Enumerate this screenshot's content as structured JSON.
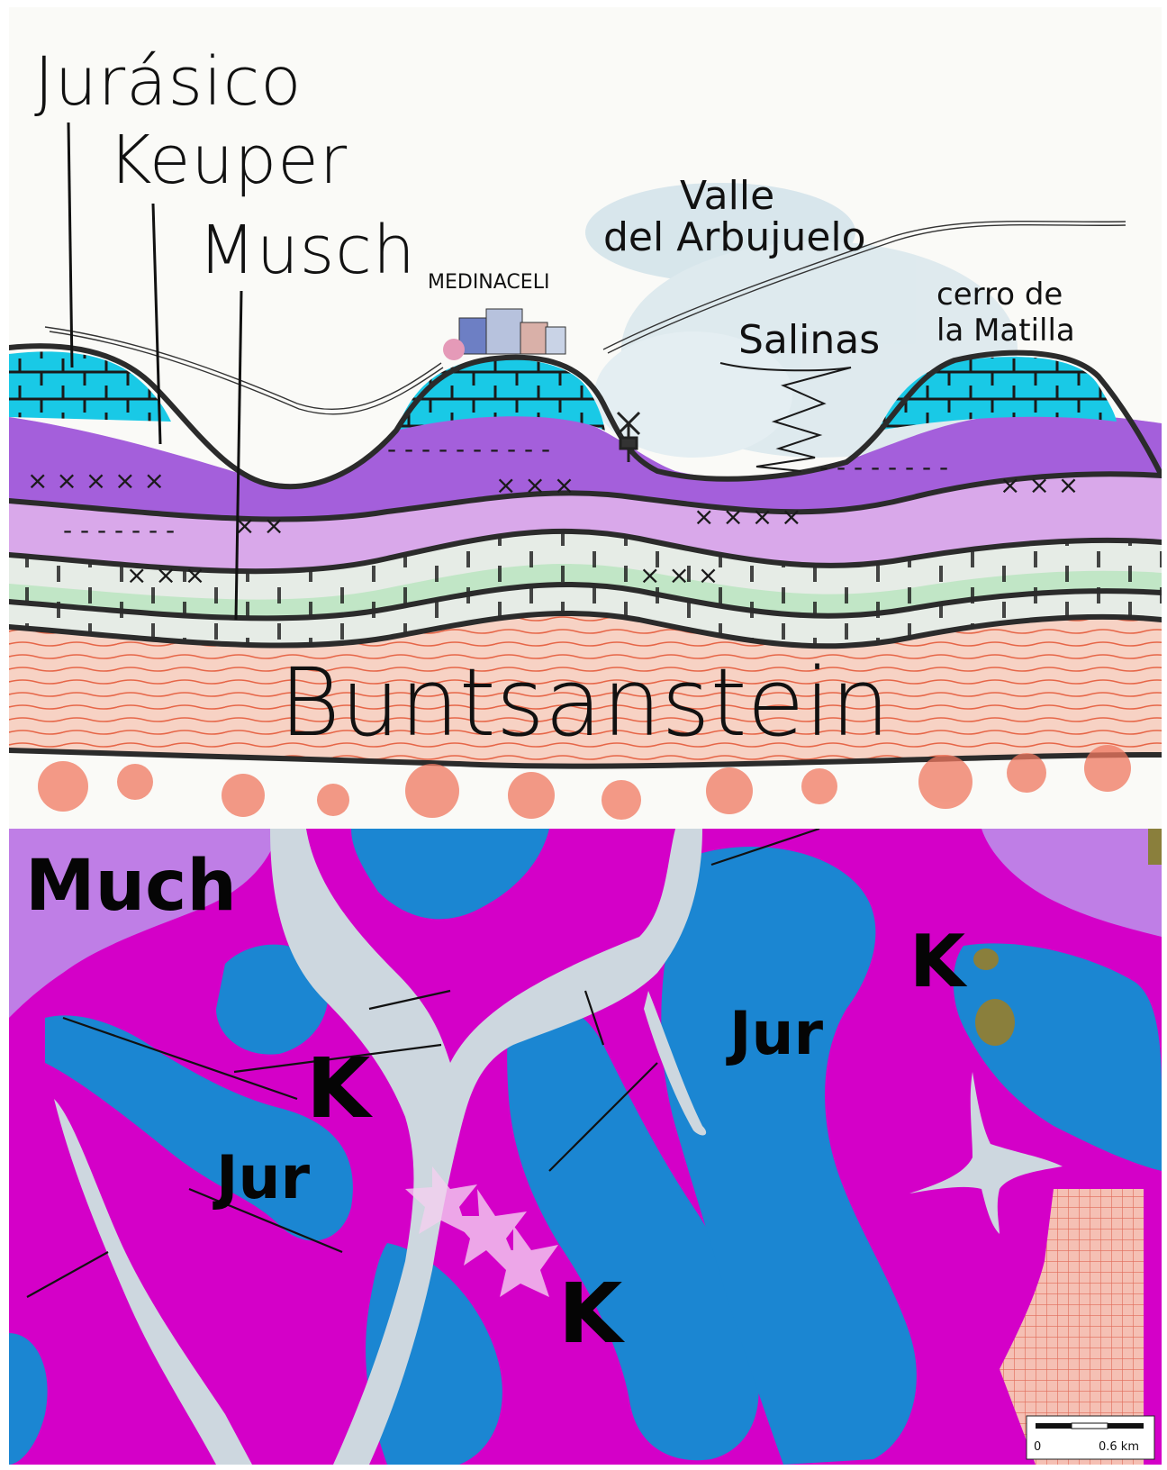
{
  "section": {
    "labels": {
      "jurasico": "Jurásico",
      "keuper": "Keuper",
      "musch": "Musch",
      "buntsandstein": "Buntsanstein",
      "medinaceli": "MEDINACELI",
      "valle_line1": "Valle",
      "valle_line2": "del Arbujuelo",
      "salinas": "Salinas",
      "cerro_line1": "cerro de",
      "cerro_line2": "la Matilla"
    },
    "colors": {
      "jurassic": "#19c9e6",
      "keuper_dark": "#9a52d8",
      "keuper_light": "#d9a8ea",
      "musch": "#dfe7df",
      "musch_green": "#a9e3b0",
      "bunt": "#f3c3b3",
      "bunt_lines": "#e45a3a",
      "splash": "#f07860",
      "outline": "#2b2b2b"
    }
  },
  "map": {
    "labels": {
      "much": "Much",
      "k1": "K",
      "k2": "K",
      "k3": "K",
      "jur1": "Jur",
      "jur2": "Jur"
    },
    "scale_bar": {
      "start": "0",
      "end": "0.6 km"
    },
    "colors": {
      "keuper": "#d400c8",
      "jurassic": "#1b86d2",
      "muschelkalk": "#bf7ee6",
      "quaternary": "#cdd7df",
      "olive": "#8a7f3c",
      "grid": "#f09080"
    }
  }
}
